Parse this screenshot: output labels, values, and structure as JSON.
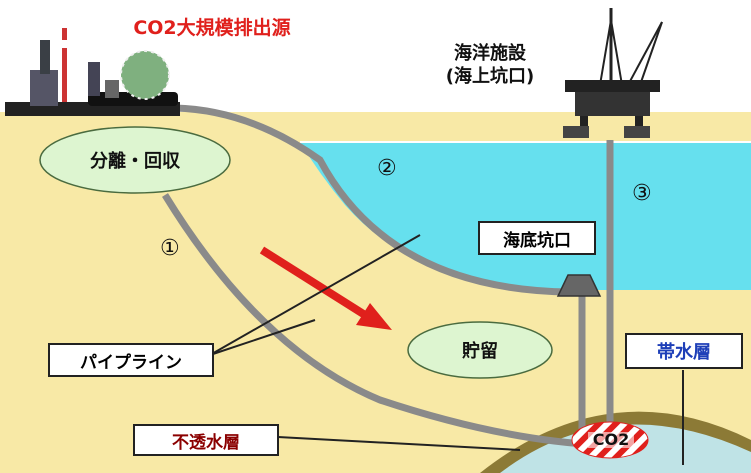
{
  "labels": {
    "source": "CO2大規模排出源",
    "offshore_facility_line1": "海洋施設",
    "offshore_facility_line2": "(海上坑口)",
    "separation": "分離・回収",
    "route1": "①",
    "route2": "②",
    "route3": "③",
    "seabed_wellhead": "海底坑口",
    "pipeline": "パイプライン",
    "storage": "貯留",
    "aquifer": "帯水層",
    "caprock": "不透水層",
    "co2": "CO2"
  },
  "colors": {
    "land": "#F8E9A6",
    "sea": "#66E0EE",
    "pipe": "#8A8A8A",
    "ellipse": "#DDF5D0",
    "source_text": "#E0201C",
    "aquifer_text": "#1E3FB8",
    "arrow": "#E0201C",
    "caprock": "#8C7A36",
    "aquifer_fill": "#BFE3E6"
  }
}
